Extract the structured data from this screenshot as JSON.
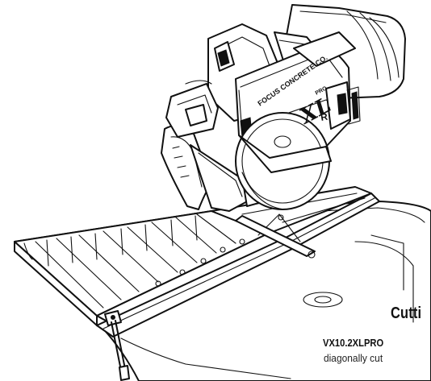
{
  "caption": {
    "title": "Cutti",
    "model": "VX10.2XLPRO",
    "description": "diagonally cut"
  },
  "saw": {
    "guard_text": "FOCUS CONCRETE CO.",
    "badge_text": "XL",
    "badge_small": "PRO",
    "badge_letter": "R"
  }
}
